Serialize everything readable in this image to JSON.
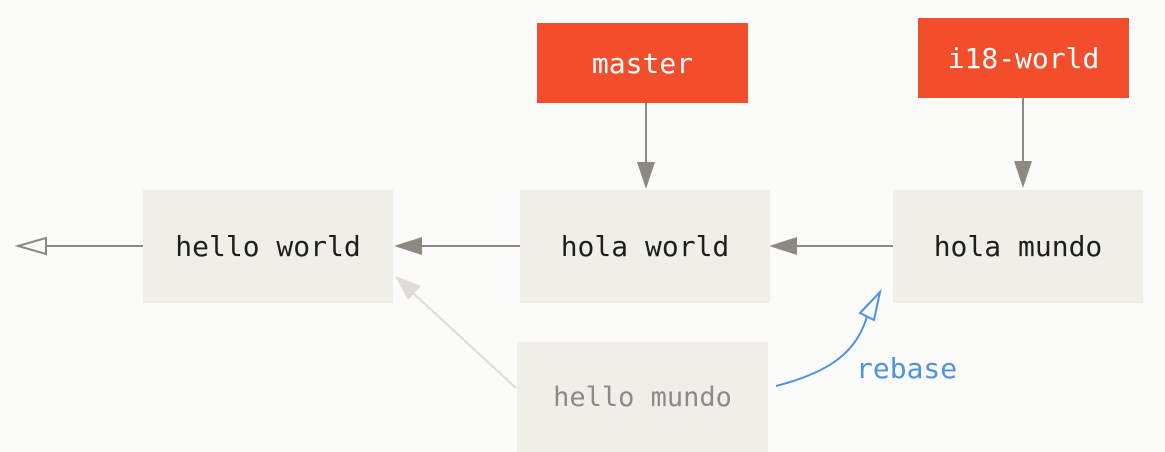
{
  "commits": {
    "hello_world": "hello world",
    "hola_world": "hola world",
    "hola_mundo": "hola mundo",
    "hello_mundo": "hello mundo"
  },
  "branches": {
    "master": "master",
    "i18_world": "i18-world"
  },
  "annotations": {
    "rebase": "rebase"
  },
  "colors": {
    "branch_fill": "#f24e2c",
    "commit_fill": "#efeee9",
    "arrow": "#8c8983",
    "ghost_arrow": "#dedcd6",
    "rebase": "#4f92e3"
  }
}
